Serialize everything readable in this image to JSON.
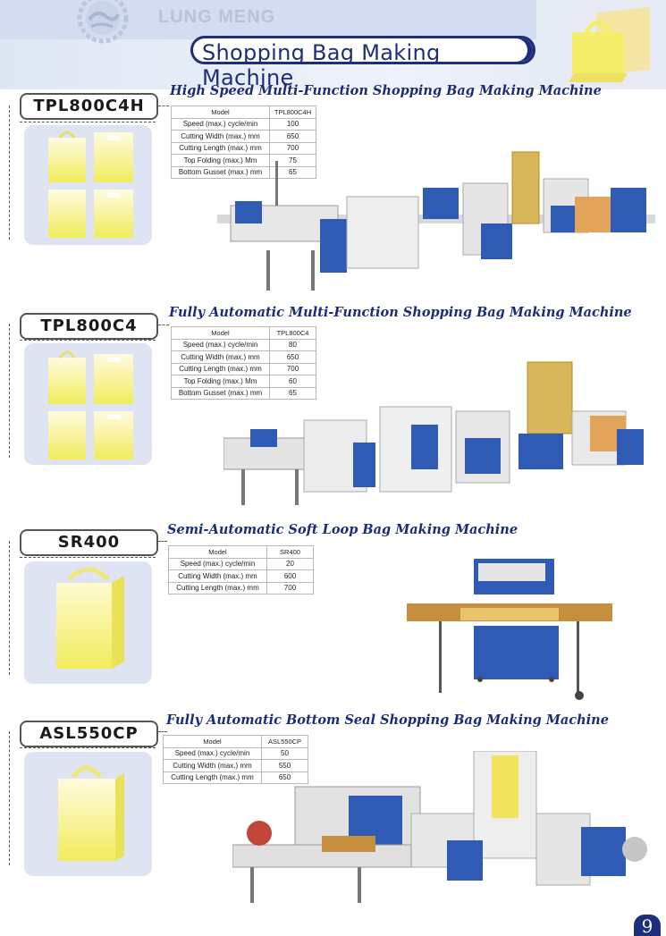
{
  "header": {
    "brand": "LUNG MENG",
    "title": "Shopping Bag Making Machine"
  },
  "sections": [
    {
      "sku": "TPL800C4H",
      "title": "High Speed Multi-Function Shopping Bag Making Machine",
      "specs": [
        {
          "label": "Model",
          "value": "TPL800C4H"
        },
        {
          "label": "Speed (max.) cycle/min",
          "value": "100"
        },
        {
          "label": "Cutting Width (max.) mm",
          "value": "650"
        },
        {
          "label": "Cutting Length (max.) mm",
          "value": "700"
        },
        {
          "label": "Top Folding (max.) Mm",
          "value": "75"
        },
        {
          "label": "Bottom Gusset (max.) mm",
          "value": "65"
        }
      ]
    },
    {
      "sku": "TPL800C4",
      "title": "Fully Automatic Multi-Function Shopping Bag Making Machine",
      "specs": [
        {
          "label": "Model",
          "value": "TPL800C4"
        },
        {
          "label": "Speed (max.) cycle/min",
          "value": "80"
        },
        {
          "label": "Cutting Width (max.) mm",
          "value": "650"
        },
        {
          "label": "Cutting Length (max.) mm",
          "value": "700"
        },
        {
          "label": "Top Folding (max.) Mm",
          "value": "60"
        },
        {
          "label": "Bottom Gusset (max.) mm",
          "value": "65"
        }
      ]
    },
    {
      "sku": "SR400",
      "title": "Semi-Automatic Soft Loop Bag Making Machine",
      "specs": [
        {
          "label": "Model",
          "value": "SR400"
        },
        {
          "label": "Speed (max.) cycle/min",
          "value": "20"
        },
        {
          "label": "Cutting Width (max.) mm",
          "value": "600"
        },
        {
          "label": "Cutting Length (max.) mm",
          "value": "700"
        }
      ]
    },
    {
      "sku": "ASL550CP",
      "title": "Fully Automatic Bottom Seal Shopping Bag Making Machine",
      "specs": [
        {
          "label": "Model",
          "value": "ASL550CP"
        },
        {
          "label": "Speed (max.) cycle/min",
          "value": "50"
        },
        {
          "label": "Cutting Width (max.) mm",
          "value": "550"
        },
        {
          "label": "Cutting Length (max.) mm",
          "value": "650"
        }
      ]
    }
  ],
  "page_number": "9",
  "colors": {
    "navy": "#1d2f7a",
    "machine_blue": "#2f5bb5",
    "bag_yellow": "#f2ee6a"
  }
}
